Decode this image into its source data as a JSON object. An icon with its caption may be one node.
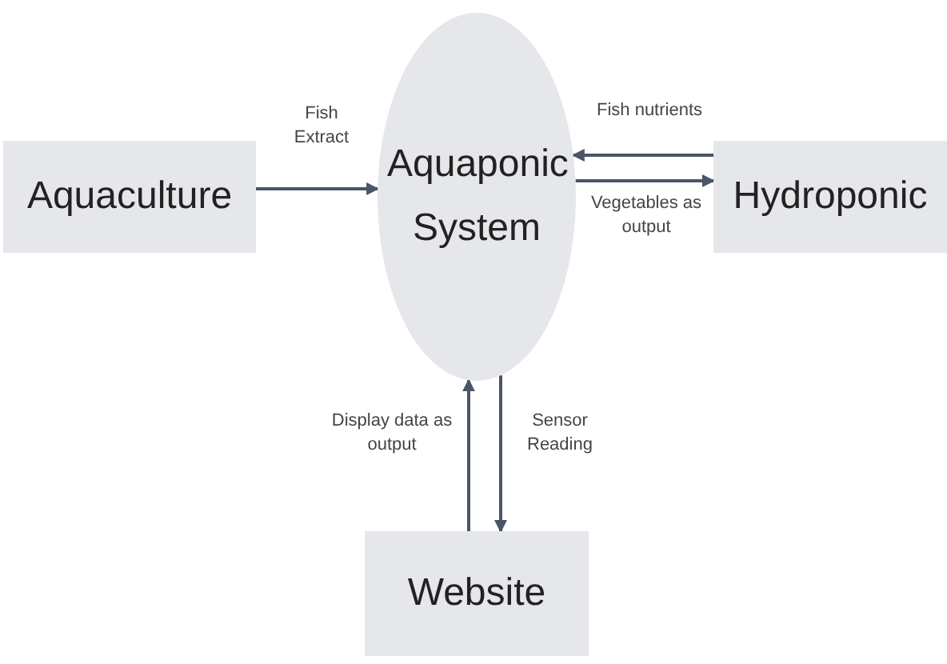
{
  "diagram": {
    "nodes": [
      {
        "text": [
          "Aquaculture"
        ]
      },
      {
        "text": [
          "Aquaponic System"
        ]
      },
      {
        "text": [
          "Hydroponic"
        ]
      },
      {
        "text": [
          "Website"
        ]
      }
    ],
    "edges": [
      {
        "from": 0,
        "to": 1,
        "arrow": "to",
        "label": "Fish Extract"
      },
      {
        "from": 2,
        "to": 1,
        "arrow": "to",
        "label": "Fish nutrients"
      },
      {
        "from": 1,
        "to": 2,
        "arrow": "to",
        "label": "Vegetables as output"
      },
      {
        "from": 3,
        "to": 1,
        "arrow": "to",
        "label": "Display data as output"
      },
      {
        "from": 1,
        "to": 3,
        "arrow": "to",
        "label": "Sensor Reading"
      }
    ]
  }
}
